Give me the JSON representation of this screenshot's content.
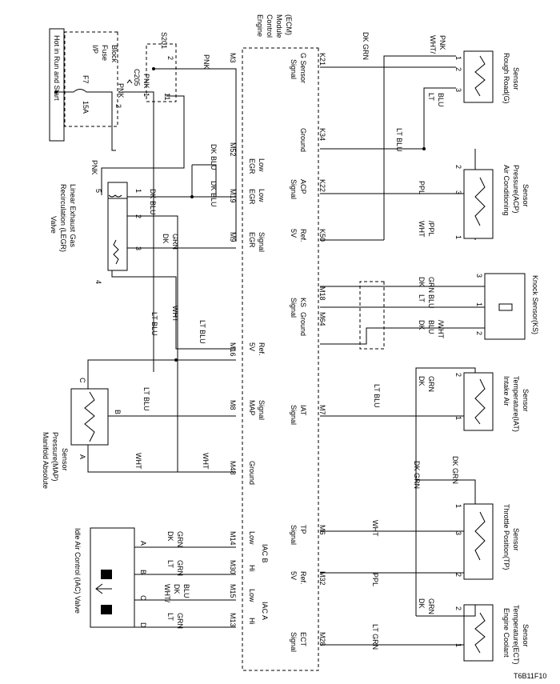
{
  "figure_id": "T6B11F10",
  "ecm": {
    "title_lines": [
      "Engine",
      "Control",
      "Module",
      "(ECM)"
    ]
  },
  "power": {
    "hot_label": "Hot in Run and Start",
    "fuse_block_lines": [
      "I/P",
      "Fuse",
      "Block"
    ],
    "fuse_name": "F7",
    "fuse_rating": "15A",
    "connector": "C205",
    "splice": "S201"
  },
  "left_pins": [
    {
      "pin": "M3",
      "label": [
        "",
        ""
      ]
    },
    {
      "pin": "M52",
      "label": [
        "EGR",
        "Low"
      ]
    },
    {
      "pin": "M19",
      "label": [
        "EGR",
        "Low"
      ]
    },
    {
      "pin": "M9",
      "label": [
        "EGR",
        "Signal"
      ]
    },
    {
      "pin": "M16",
      "label": [
        "5V",
        "Ref."
      ]
    },
    {
      "pin": "M8",
      "label": [
        "MAP",
        "Signal"
      ]
    },
    {
      "pin": "M48",
      "label": [
        "Ground",
        ""
      ]
    },
    {
      "pin": "M14",
      "label": [
        "Low",
        ""
      ]
    },
    {
      "pin": "M30",
      "label": [
        "Hi",
        ""
      ]
    },
    {
      "pin": "M15",
      "label": [
        "Low",
        ""
      ]
    },
    {
      "pin": "M13",
      "label": [
        "Hi",
        ""
      ]
    }
  ],
  "iac_groups": [
    "IAC B",
    "IAC A"
  ],
  "right_pins": [
    {
      "pin": "K21",
      "label": [
        "G Sensor",
        "Signal"
      ]
    },
    {
      "pin": "K34",
      "label": [
        "Ground",
        ""
      ]
    },
    {
      "pin": "K22",
      "label": [
        "ACP",
        "Signal"
      ]
    },
    {
      "pin": "K50",
      "label": [
        "Ref.",
        "5V"
      ]
    },
    {
      "pin": "M18",
      "label": [
        "KS",
        "Signal"
      ]
    },
    {
      "pin": "M64",
      "label": [
        "Ground",
        ""
      ]
    },
    {
      "pin": "M7",
      "label": [
        "IAT",
        "Signal"
      ]
    },
    {
      "pin": "M6",
      "label": [
        "TP",
        "Signal"
      ]
    },
    {
      "pin": "M32",
      "label": [
        "Ref.",
        "5V"
      ]
    },
    {
      "pin": "M28",
      "label": [
        "ECT",
        "Signal"
      ]
    }
  ],
  "wires": {
    "pnk": "PNK",
    "dk_blu": "DK BLU",
    "dk_grn": "DK GRN",
    "lt_blu": "LT BLU",
    "wht": "WHT",
    "dk_grn_2": [
      "DK",
      "GRN"
    ],
    "lt_grn_2": [
      "LT",
      "GRN"
    ],
    "wht_dk_blu": [
      "WHT/",
      "DK",
      "BLU"
    ],
    "wht_pnk": [
      "WHT/",
      "PNK"
    ],
    "lt_blu_2": [
      "LT",
      "BLU"
    ],
    "ppl": "PPL",
    "wht_ppl": [
      "WHT",
      "/PPL"
    ],
    "dk_blu_wht": [
      "DK",
      "BLU",
      "/WHT"
    ],
    "lt_grn": "LT GRN"
  },
  "components": {
    "legr": [
      "Linear Exhaust Gas",
      "Recirculation (LEGR)",
      "Valve"
    ],
    "map": [
      "Manifold Absolute",
      "Pressure(MAP)",
      "Sensor"
    ],
    "iac": "Idle Air Control (IAC) Valve",
    "rough_road": [
      "Rough Road(G)",
      "Sensor"
    ],
    "acp": [
      "Air Conditioning",
      "Pressure(ACP)",
      "Sensor"
    ],
    "ks": "Knock Sensor(KS)",
    "iat": [
      "Intake Air",
      "Temperature(IAT)",
      "Sensor"
    ],
    "tp": [
      "Throttle Position(TP)",
      "Sensor"
    ],
    "ect": [
      "Engine Coolant",
      "Temperature(ECT)",
      "Sensor"
    ]
  },
  "terminals": {
    "legr": [
      "5",
      "1",
      "2",
      "3",
      "4"
    ],
    "map": [
      "C",
      "B",
      "A"
    ],
    "iac": [
      "A",
      "B",
      "C",
      "D"
    ],
    "rough_road": [
      "1",
      "2",
      "3"
    ],
    "acp": [
      "2",
      "3",
      "1"
    ],
    "ks": [
      "3",
      "1",
      "2"
    ],
    "iat": [
      "2",
      "1"
    ],
    "tp": [
      "1",
      "3",
      "2"
    ],
    "ect": [
      "2",
      "1"
    ],
    "splice": [
      "2",
      "1",
      "11"
    ],
    "c205": [
      "2"
    ]
  }
}
